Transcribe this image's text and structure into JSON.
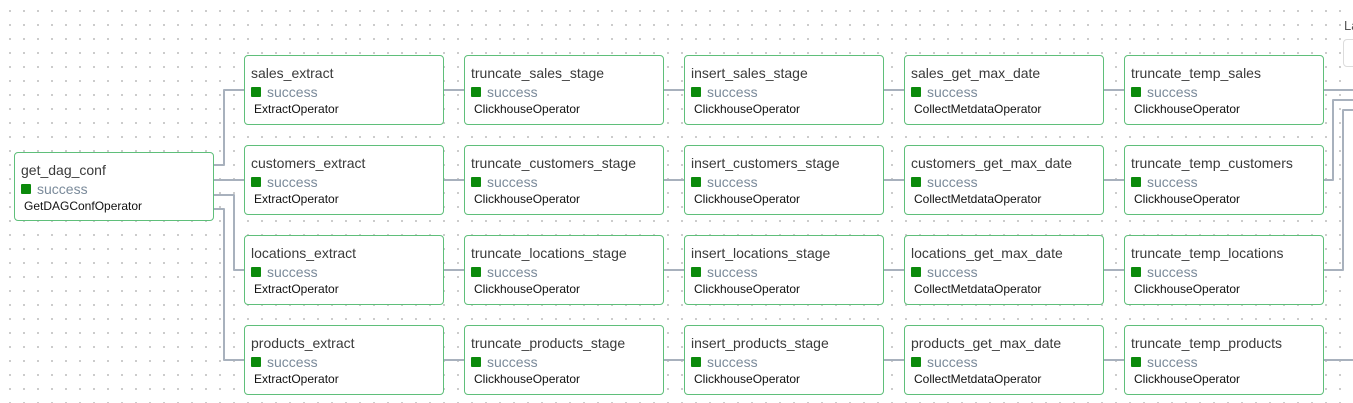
{
  "theme": {
    "node_border": "#5fbf7a",
    "success_color": "#0b8a0b",
    "edge_color": "#a8b1bd"
  },
  "toolbar": {
    "layout_label": "La"
  },
  "status_label": "success",
  "root": {
    "title": "get_dag_conf",
    "operator": "GetDAGConfOperator",
    "status": "success"
  },
  "rows": [
    {
      "tasks": [
        {
          "title": "sales_extract",
          "operator": "ExtractOperator",
          "status": "success"
        },
        {
          "title": "truncate_sales_stage",
          "operator": "ClickhouseOperator",
          "status": "success"
        },
        {
          "title": "insert_sales_stage",
          "operator": "ClickhouseOperator",
          "status": "success"
        },
        {
          "title": "sales_get_max_date",
          "operator": "CollectMetdataOperator",
          "status": "success"
        },
        {
          "title": "truncate_temp_sales",
          "operator": "ClickhouseOperator",
          "status": "success"
        }
      ]
    },
    {
      "tasks": [
        {
          "title": "customers_extract",
          "operator": "ExtractOperator",
          "status": "success"
        },
        {
          "title": "truncate_customers_stage",
          "operator": "ClickhouseOperator",
          "status": "success"
        },
        {
          "title": "insert_customers_stage",
          "operator": "ClickhouseOperator",
          "status": "success"
        },
        {
          "title": "customers_get_max_date",
          "operator": "CollectMetdataOperator",
          "status": "success"
        },
        {
          "title": "truncate_temp_customers",
          "operator": "ClickhouseOperator",
          "status": "success"
        }
      ]
    },
    {
      "tasks": [
        {
          "title": "locations_extract",
          "operator": "ExtractOperator",
          "status": "success"
        },
        {
          "title": "truncate_locations_stage",
          "operator": "ClickhouseOperator",
          "status": "success"
        },
        {
          "title": "insert_locations_stage",
          "operator": "ClickhouseOperator",
          "status": "success"
        },
        {
          "title": "locations_get_max_date",
          "operator": "CollectMetdataOperator",
          "status": "success"
        },
        {
          "title": "truncate_temp_locations",
          "operator": "ClickhouseOperator",
          "status": "success"
        }
      ]
    },
    {
      "tasks": [
        {
          "title": "products_extract",
          "operator": "ExtractOperator",
          "status": "success"
        },
        {
          "title": "truncate_products_stage",
          "operator": "ClickhouseOperator",
          "status": "success"
        },
        {
          "title": "insert_products_stage",
          "operator": "ClickhouseOperator",
          "status": "success"
        },
        {
          "title": "products_get_max_date",
          "operator": "CollectMetdataOperator",
          "status": "success"
        },
        {
          "title": "truncate_temp_products",
          "operator": "ClickhouseOperator",
          "status": "success"
        }
      ]
    }
  ]
}
